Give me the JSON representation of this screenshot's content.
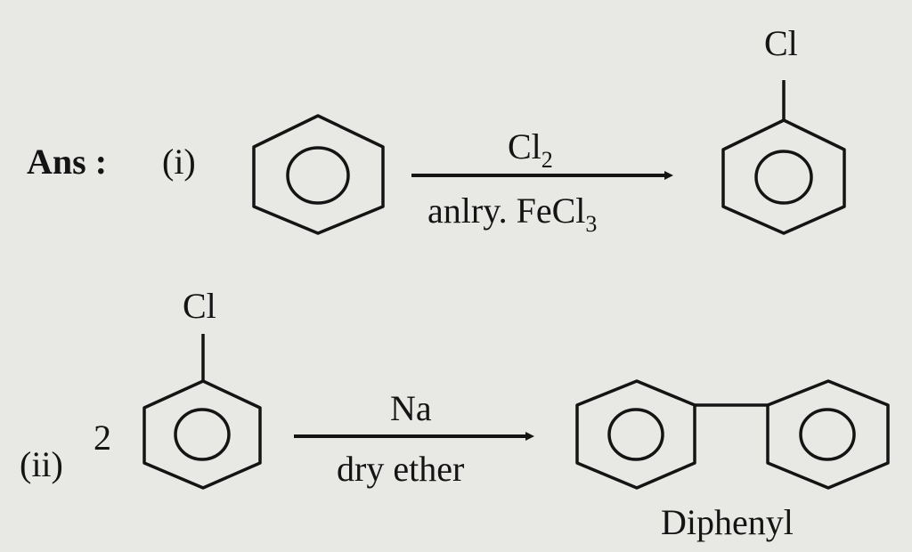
{
  "answer_label": "Ans :",
  "reaction_1": {
    "label": "(i)",
    "reagent_top": {
      "base": "Cl",
      "sub": "2"
    },
    "reagent_bottom": {
      "base": "anlry. FeCl",
      "sub": "3"
    },
    "product_substituent": "Cl"
  },
  "reaction_2": {
    "label": "(ii)",
    "coefficient": "2",
    "reactant_substituent": "Cl",
    "reagent_top": "Na",
    "reagent_bottom": "dry ether",
    "product_name": "Diphenyl"
  }
}
